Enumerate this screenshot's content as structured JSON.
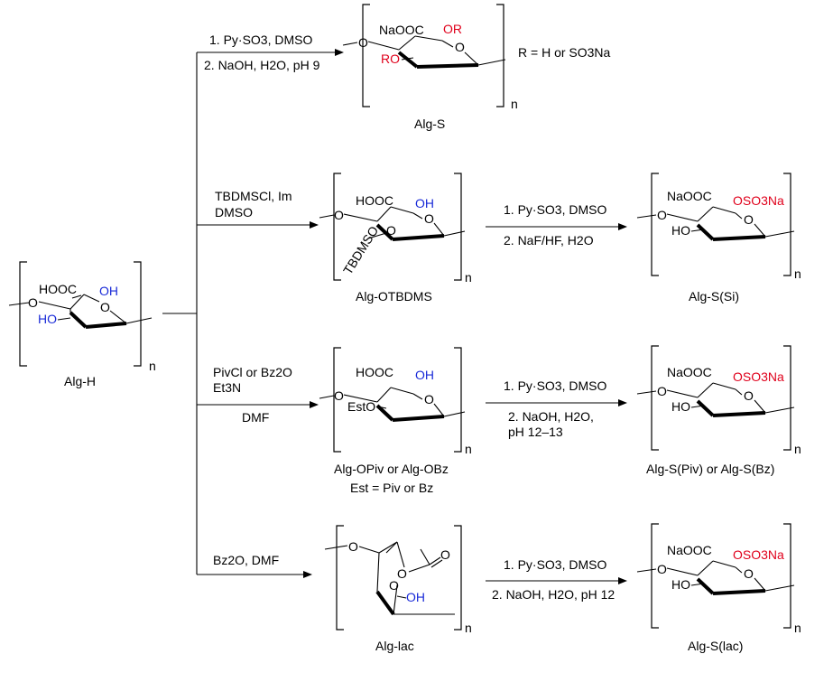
{
  "start": {
    "name": "Alg-H",
    "cooh": "HOOC",
    "oh_top": "OH",
    "oh_left": "HO",
    "n": "n"
  },
  "routes": [
    {
      "id": "direct",
      "conditions": [
        "1. Py·SO3, DMSO",
        "2. NaOH, H2O, pH 9"
      ],
      "product": {
        "name": "Alg-S",
        "cooh": "NaOOC",
        "or_top": "OR",
        "or_left": "RO",
        "r_def": "R = H or SO3Na",
        "n": "n"
      }
    },
    {
      "id": "silyl",
      "conditions": [
        "TBDMSCl, Im",
        "DMSO"
      ],
      "intermediate": {
        "name": "Alg-OTBDMS",
        "cooh": "HOOC",
        "oh_top": "OH",
        "sub": "TBDMSO",
        "n": "n"
      },
      "step2_conditions": [
        "1. Py·SO3, DMSO",
        "2. NaF/HF, H2O"
      ],
      "product": {
        "name": "Alg-S(Si)",
        "cooh": "NaOOC",
        "oso3": "OSO3Na",
        "ho": "HO",
        "n": "n"
      }
    },
    {
      "id": "ester",
      "conditions": [
        "PivCl or Bz2O",
        "Et3N",
        "DMF"
      ],
      "intermediate": {
        "name": "Alg-OPiv or Alg-OBz",
        "note": "Est = Piv or Bz",
        "cooh": "HOOC",
        "oh_top": "OH",
        "sub": "EstO",
        "n": "n"
      },
      "step2_conditions": [
        "1. Py·SO3, DMSO",
        "2. NaOH, H2O,",
        "pH 12–13"
      ],
      "product": {
        "name": "Alg-S(Piv) or Alg-S(Bz)",
        "cooh": "NaOOC",
        "oso3": "OSO3Na",
        "ho": "HO",
        "n": "n"
      }
    },
    {
      "id": "lactone",
      "conditions": [
        "Bz2O, DMF"
      ],
      "intermediate": {
        "name": "Alg-lac",
        "oh": "OH",
        "n": "n"
      },
      "step2_conditions": [
        "1. Py·SO3, DMSO",
        "2. NaOH, H2O, pH 12"
      ],
      "product": {
        "name": "Alg-S(lac)",
        "cooh": "NaOOC",
        "oso3": "OSO3Na",
        "ho": "HO",
        "n": "n"
      }
    }
  ]
}
